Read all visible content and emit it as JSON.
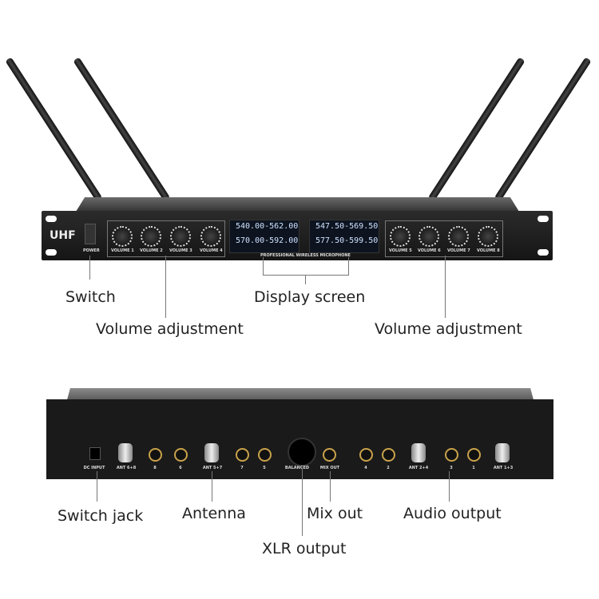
{
  "front": {
    "brand": "UHF",
    "power_label": "POWER",
    "volumes_left": [
      "VOLUME 1",
      "VOLUME 2",
      "VOLUME 3",
      "VOLUME 4"
    ],
    "volumes_right": [
      "VOLUME 5",
      "VOLUME 6",
      "VOLUME 7",
      "VOLUME 8"
    ],
    "display_left": [
      "540.00-562.00",
      "570.00-592.00"
    ],
    "display_right": [
      "547.50-569.50",
      "577.50-599.50"
    ],
    "model_text": "PROFESSIONAL WIRELESS MICROPHONE"
  },
  "back": {
    "labels": [
      "DC INPUT",
      "ANT 6+8",
      "8",
      "6",
      "ANT 5+7",
      "7",
      "5",
      "BALANCED",
      "MIX OUT",
      "4",
      "2",
      "ANT 2+4",
      "3",
      "1",
      "ANT 1+3"
    ]
  },
  "callouts": {
    "switch": "Switch",
    "display": "Display screen",
    "volume_left": "Volume adjustment",
    "volume_right": "Volume adjustment",
    "switch_jack": "Switch jack",
    "antenna": "Antenna",
    "mix_out": "Mix out",
    "audio_output": "Audio output",
    "xlr": "XLR output"
  }
}
